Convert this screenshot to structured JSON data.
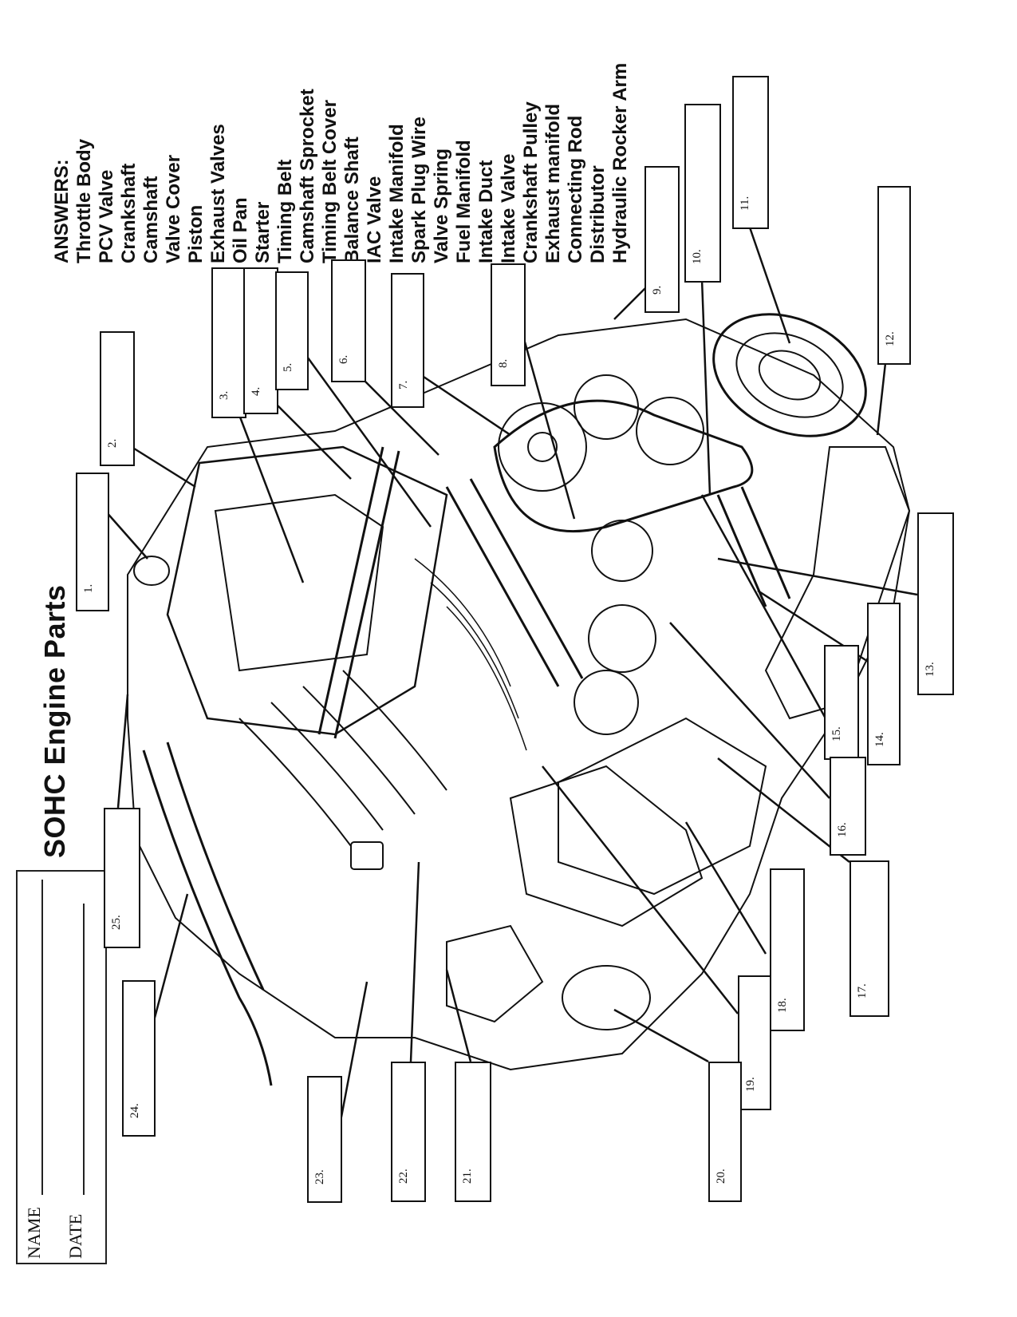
{
  "title": "SOHC Engine Parts",
  "name_label": "NAME",
  "date_label": "DATE",
  "answers_heading": "ANSWERS:",
  "answers": [
    "Throttle Body",
    "PCV Valve",
    "Crankshaft",
    "Camshaft",
    "Valve Cover",
    "Piston",
    "Exhaust Valves",
    "Oil Pan",
    "Starter",
    "Timing Belt",
    "Camshaft Sprocket",
    "Timing Belt Cover",
    "Balance Shaft",
    "IAC Valve",
    "Intake Manifold",
    "Spark Plug Wire",
    "Valve Spring",
    "Fuel Manifold",
    "Intake Duct",
    "Intake Valve",
    "Crankshaft Pulley",
    "Exhaust manifold",
    "Connecting Rod",
    "Distributor",
    "Hydraulic Rocker Arm"
  ],
  "label_numbers": [
    "1.",
    "2.",
    "3.",
    "4.",
    "5.",
    "6.",
    "7.",
    "8.",
    "9.",
    "10.",
    "11.",
    "12.",
    "13.",
    "14.",
    "15.",
    "16.",
    "17.",
    "18.",
    "19.",
    "20.",
    "21.",
    "22.",
    "23.",
    "24.",
    "25."
  ]
}
